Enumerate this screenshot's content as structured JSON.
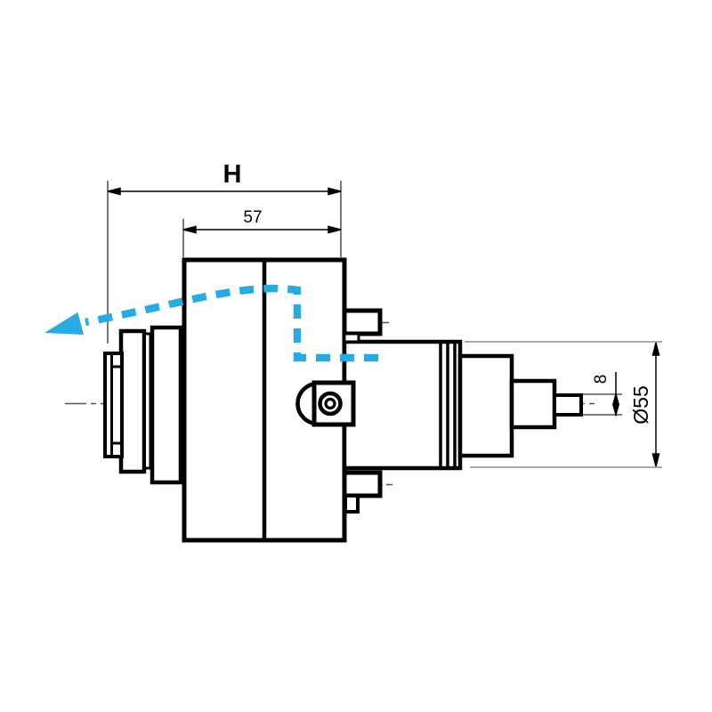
{
  "title": "tool-holder-technical-drawing",
  "dimensions": {
    "overall_height_label": "H",
    "body_width_value": "57",
    "flange_diameter_value": "Ø55",
    "shaft_diameter_value": "8"
  },
  "colors": {
    "outline": "#000000",
    "centerline": "#555555",
    "extension_line": "#777777",
    "flow_accent": "#29ABE2"
  },
  "icons": {
    "flow_arrow": "coolant-flow-direction-arrow"
  }
}
